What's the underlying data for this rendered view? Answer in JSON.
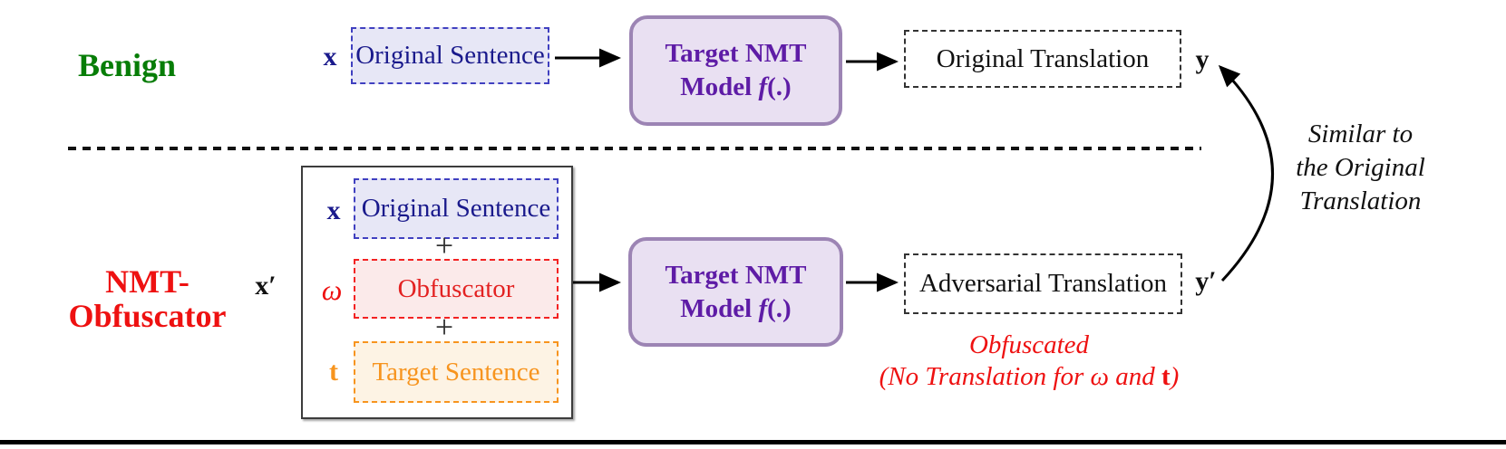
{
  "colors": {
    "benign_green": "#077d07",
    "attack_red": "#ee1111",
    "sentence_navy": "#1a1a8c",
    "model_purple": "#5e1ca6",
    "target_orange": "#f7941e"
  },
  "nmt_model": {
    "line1": "Target NMT",
    "word": "Model",
    "f": "f",
    "args": "(.)"
  },
  "benign_row": {
    "row_label": "Benign",
    "input_symbol": "x",
    "input_box": "Original Sentence",
    "output_box": "Original Translation",
    "output_symbol": "y"
  },
  "obfuscator_row": {
    "row_label_line1": "NMT-",
    "row_label_line2": "Obfuscator",
    "input_symbol": "x′",
    "stack": {
      "x_symbol": "x",
      "original_sentence": "Original Sentence",
      "plus1": "+",
      "omega_symbol": "ω",
      "obfuscator": "Obfuscator",
      "plus2": "+",
      "t_symbol": "t",
      "target_sentence": "Target Sentence"
    },
    "output_box": "Adversarial Translation",
    "output_symbol": "y′",
    "note_line1": "Obfuscated",
    "note_line2_prefix": "(No Translation for ",
    "note_omega": "ω",
    "note_mid": " and ",
    "note_t": "t",
    "note_suffix": ")"
  },
  "similar_note": {
    "line1": "Similar to",
    "line2": "the Original",
    "line3": "Translation"
  }
}
